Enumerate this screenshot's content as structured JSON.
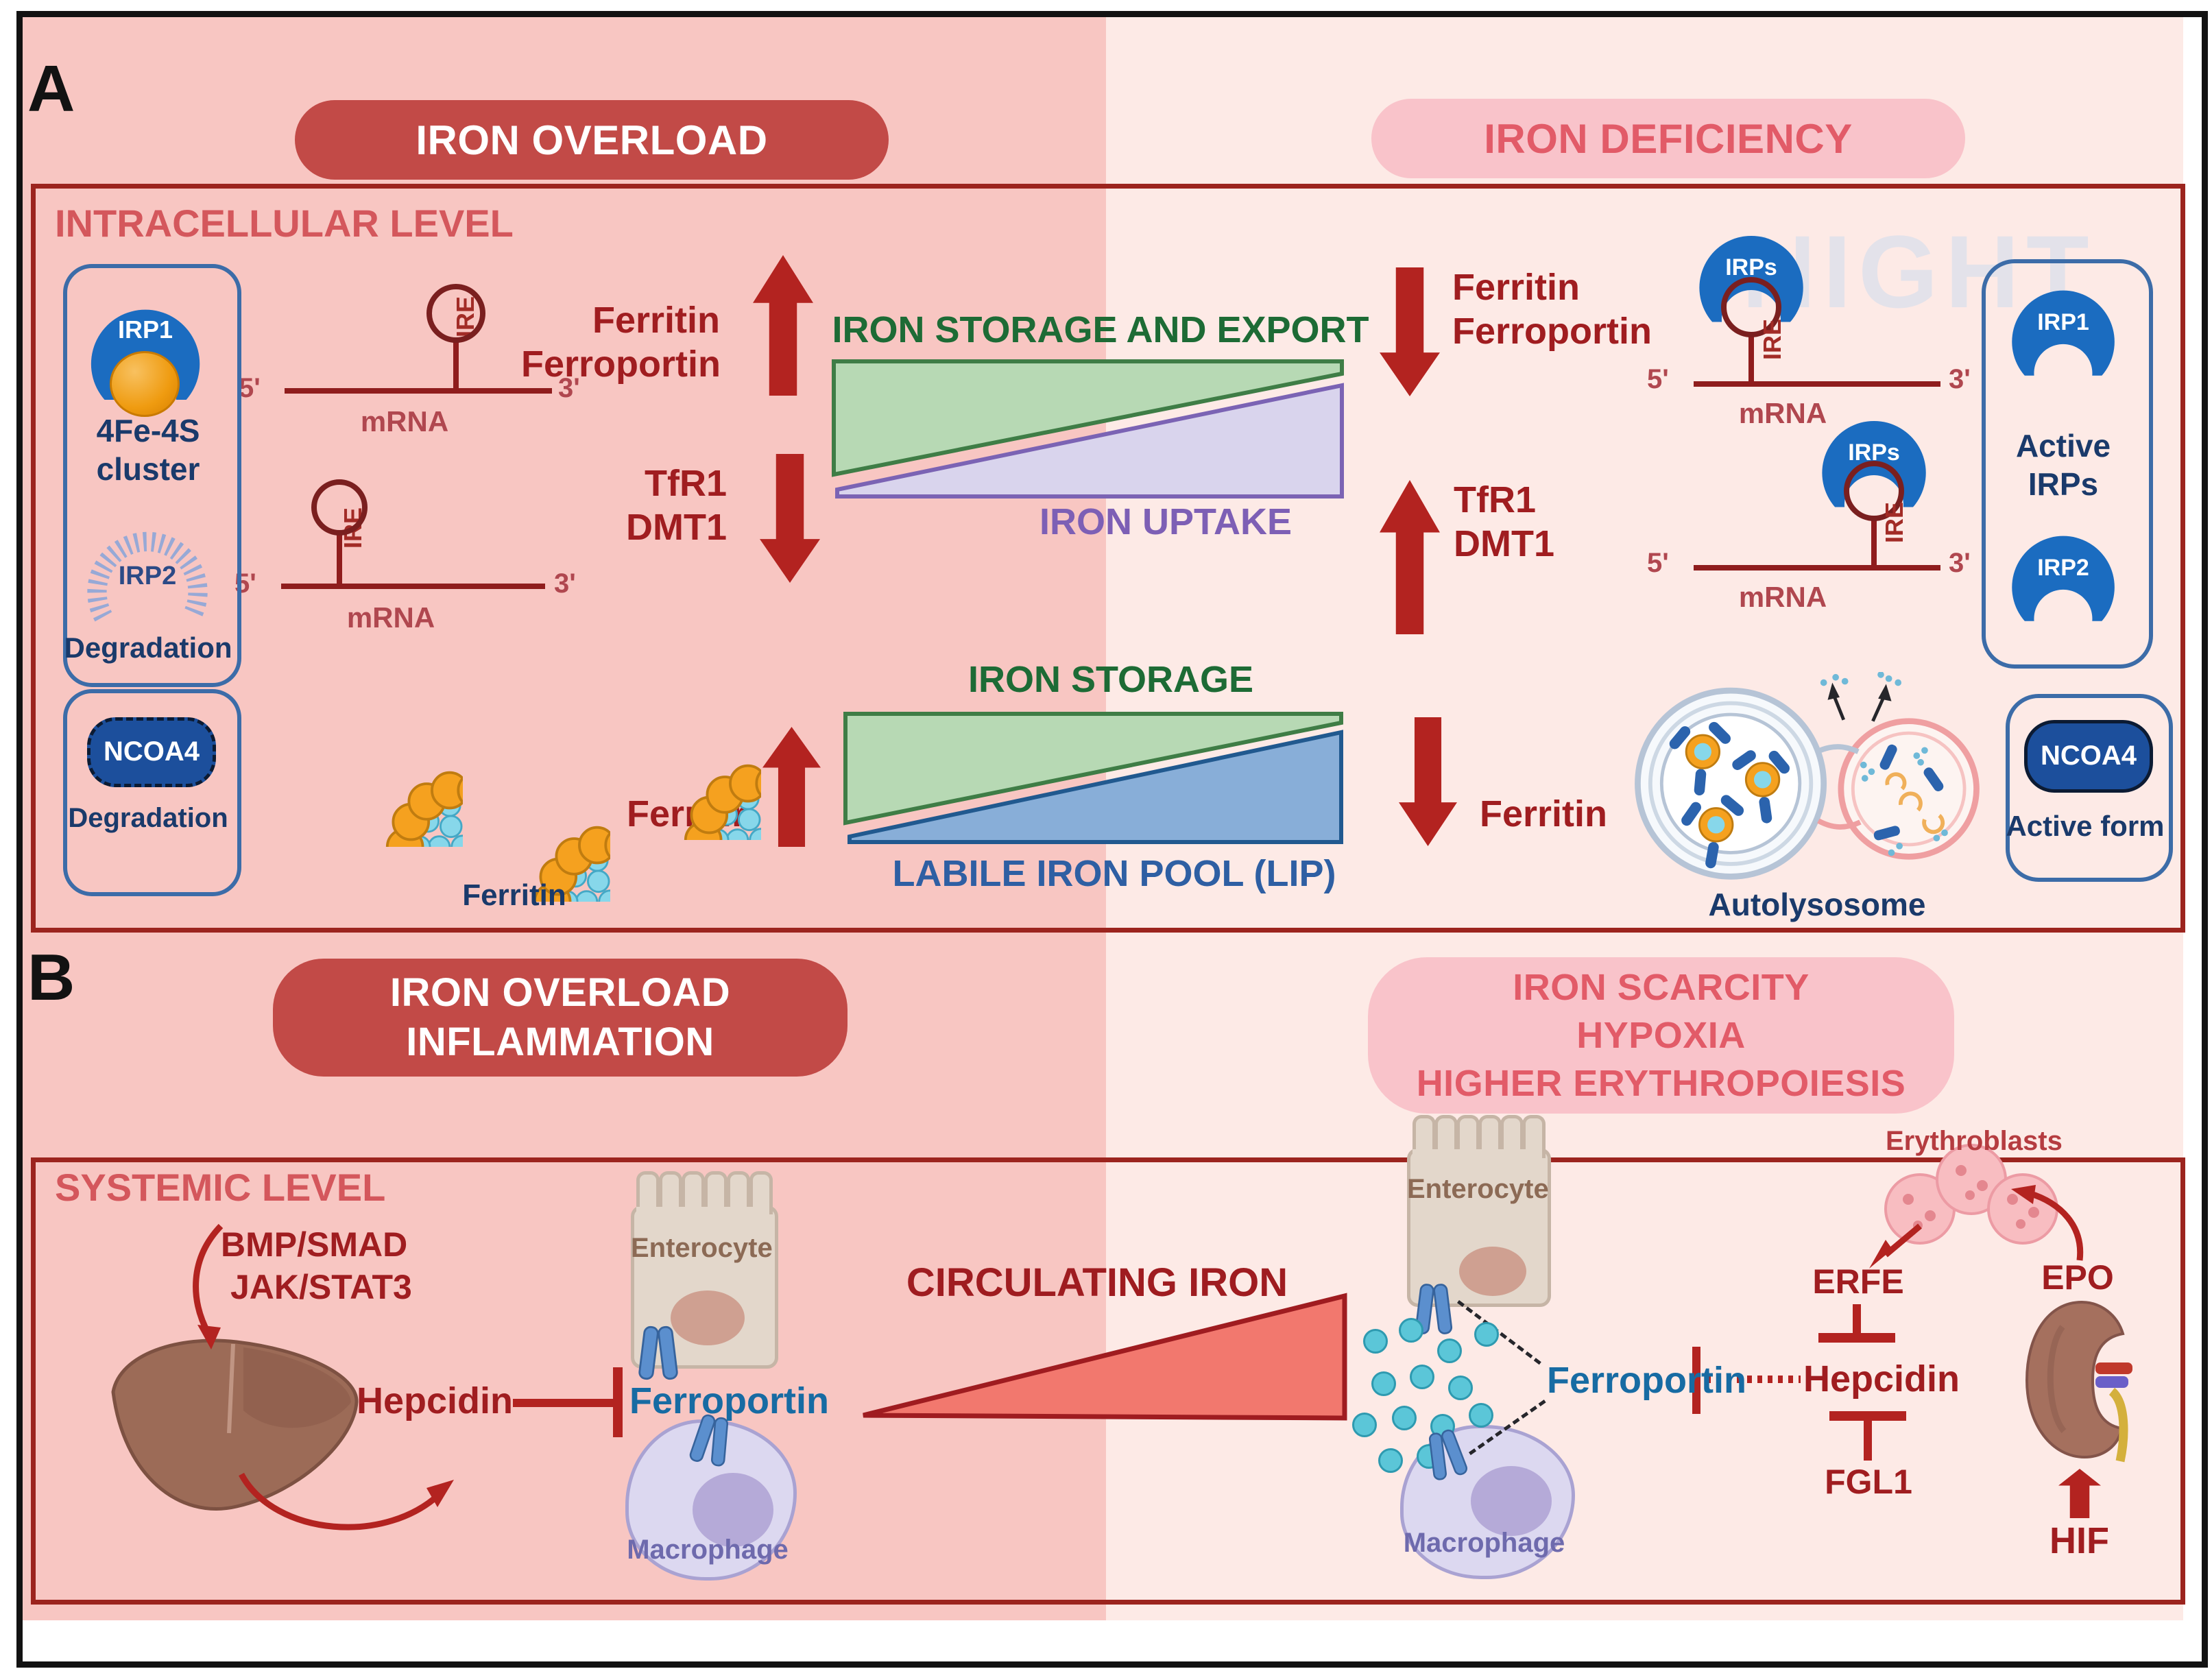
{
  "watermark": "NIGHT",
  "panel_a": {
    "tag": "A",
    "pill_overload": "IRON OVERLOAD",
    "pill_deficiency": "IRON DEFICIENCY",
    "section": "INTRACELLULAR LEVEL",
    "irp1": "IRP1",
    "irp2": "IRP2",
    "irps": "IRPs",
    "fe_cluster_line1": "4Fe-4S",
    "fe_cluster_line2": "cluster",
    "degradation": "Degradation",
    "ncoa4": "NCOA4",
    "active_form": "Active form",
    "active_irps_line1": "Active",
    "active_irps_line2": "IRPs",
    "five_prime": "5'",
    "three_prime": "3'",
    "ire": "IRE",
    "mrna": "mRNA",
    "ferritin": "Ferritin",
    "ferroportin": "Ferroportin",
    "tfr1": "TfR1",
    "dmt1": "DMT1",
    "storage_export": "IRON STORAGE AND EXPORT",
    "uptake": "IRON UPTAKE",
    "storage": "IRON STORAGE",
    "lip": "LABILE IRON POOL (LIP)",
    "autolysosome": "Autolysosome"
  },
  "panel_b": {
    "tag": "B",
    "pill_overload_line1": "IRON OVERLOAD",
    "pill_overload_line2": "INFLAMMATION",
    "pill_scarcity_line1": "IRON SCARCITY",
    "pill_scarcity_line2": "HYPOXIA",
    "pill_scarcity_line3": "HIGHER ERYTHROPOIESIS",
    "section": "SYSTEMIC LEVEL",
    "bmp": "BMP/SMAD",
    "jak": "JAK/STAT3",
    "hepcidin": "Hepcidin",
    "ferroportin": "Ferroportin",
    "enterocyte": "Enterocyte",
    "macrophage": "Macrophage",
    "circulating": "CIRCULATING IRON",
    "erythroblasts": "Erythroblasts",
    "erfe": "ERFE",
    "epo": "EPO",
    "fgl1": "FGL1",
    "hif": "HIF"
  },
  "colors": {
    "accent_red": "#b32320",
    "dark_red_text": "#a01d20",
    "green_text": "#1d6b35",
    "purple_text": "#7d5fb5",
    "lip_blue": "#2e5fa3",
    "ferroportin_blue": "#176ba3",
    "irp_blue": "#1b6cc0",
    "navy_text": "#1a3a6b",
    "left_bg": "#f8c6c2",
    "right_bg": "#fdeae6"
  }
}
